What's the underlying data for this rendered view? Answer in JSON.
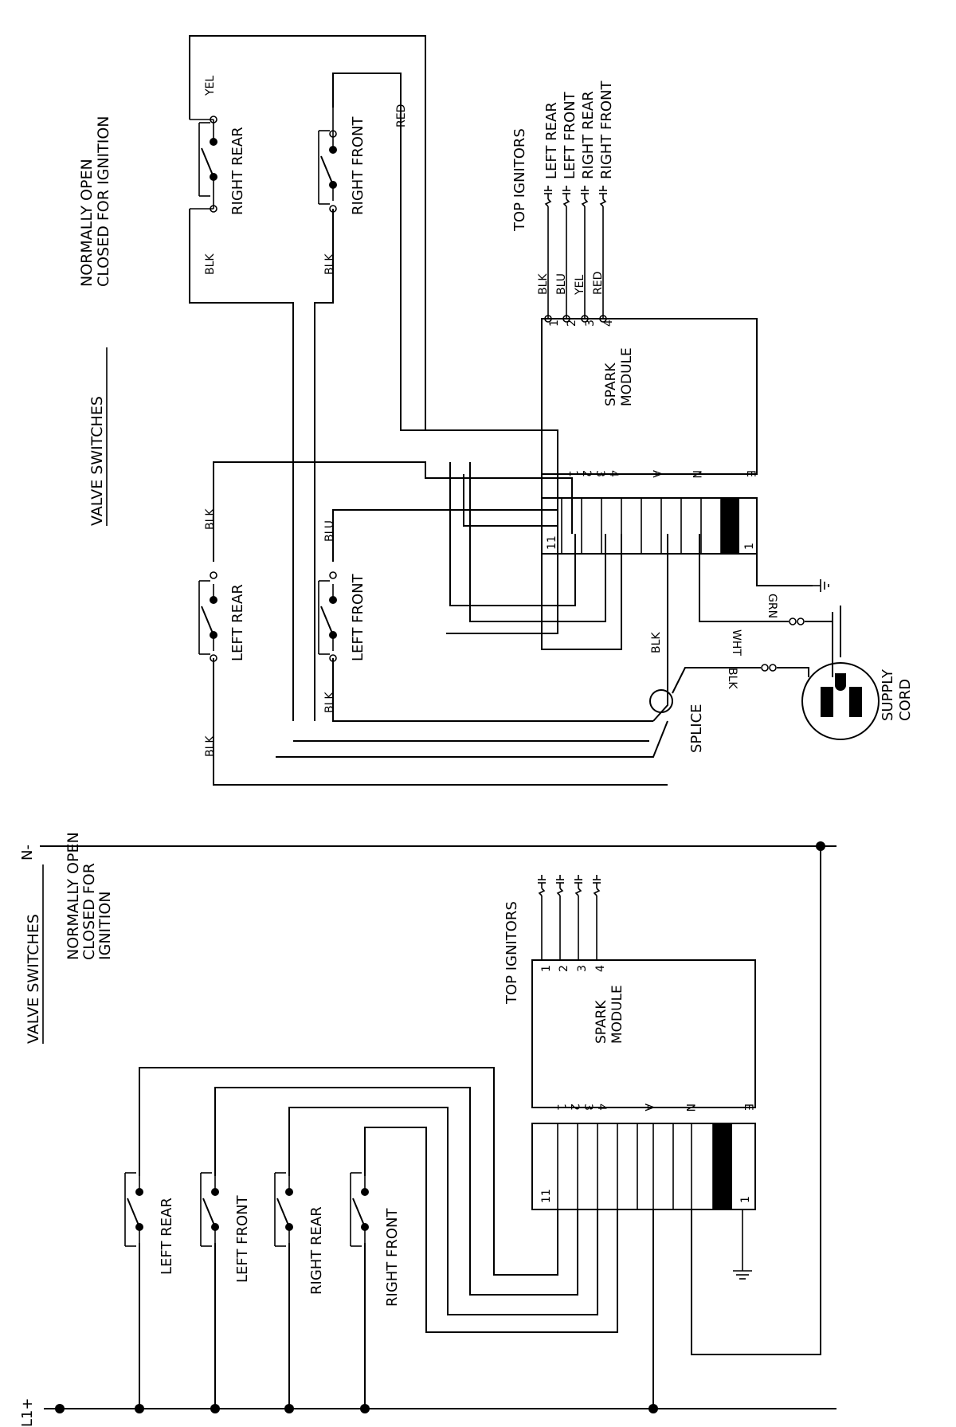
{
  "top": {
    "valve_switches": "VALVE SWITCHES",
    "normally_open_1": "NORMALLY OPEN",
    "normally_open_2": "CLOSED FOR IGNITION",
    "switch_right_rear": "RIGHT REAR",
    "switch_right_front": "RIGHT FRONT",
    "switch_left_rear": "LEFT REAR",
    "switch_left_front": "LEFT FRONT",
    "wire_blk": "BLK",
    "wire_yel": "YEL",
    "wire_red": "RED",
    "wire_blu": "BLU",
    "wire_grn": "GRN",
    "wire_wht": "WHT",
    "splice": "SPLICE",
    "supply_cord_1": "SUPPLY",
    "supply_cord_2": "CORD",
    "top_ignitors": "TOP IGNITORS",
    "ignitor_left_rear": "LEFT REAR",
    "ignitor_left_front": "LEFT FRONT",
    "ignitor_right_rear": "RIGHT REAR",
    "ignitor_right_front": "RIGHT FRONT",
    "ign_wire_1": "BLK",
    "ign_wire_2": "BLU",
    "ign_wire_3": "YEL",
    "ign_wire_4": "RED",
    "spark_module_1": "SPARK",
    "spark_module_2": "MODULE",
    "pin_1": "1",
    "pin_2": "2",
    "pin_3": "3",
    "pin_4": "4",
    "term_1": "1",
    "term_2": "2",
    "term_3": "3",
    "term_4": "4",
    "term_a": "A",
    "term_n": "N",
    "term_e": "E",
    "conn_11": "11",
    "conn_1": "1"
  },
  "bottom": {
    "n_minus": "N-",
    "l1_plus": "L1+",
    "valve_switches": "VALVE SWITCHES",
    "normally_open_1": "NORMALLY OPEN",
    "normally_open_2": "CLOSED FOR",
    "normally_open_3": "IGNITION",
    "top_ignitors": "TOP IGNITORS",
    "spark_module_1": "SPARK",
    "spark_module_2": "MODULE",
    "switch_left_rear": "LEFT REAR",
    "switch_left_front": "LEFT FRONT",
    "switch_right_rear": "RIGHT REAR",
    "switch_right_front": "RIGHT FRONT",
    "pin_1": "1",
    "pin_2": "2",
    "pin_3": "3",
    "pin_4": "4",
    "term_1": "1",
    "term_2": "2",
    "term_3": "3",
    "term_4": "4",
    "term_a": "A",
    "term_n": "N",
    "term_e": "E",
    "conn_11": "11",
    "conn_1": "1"
  }
}
